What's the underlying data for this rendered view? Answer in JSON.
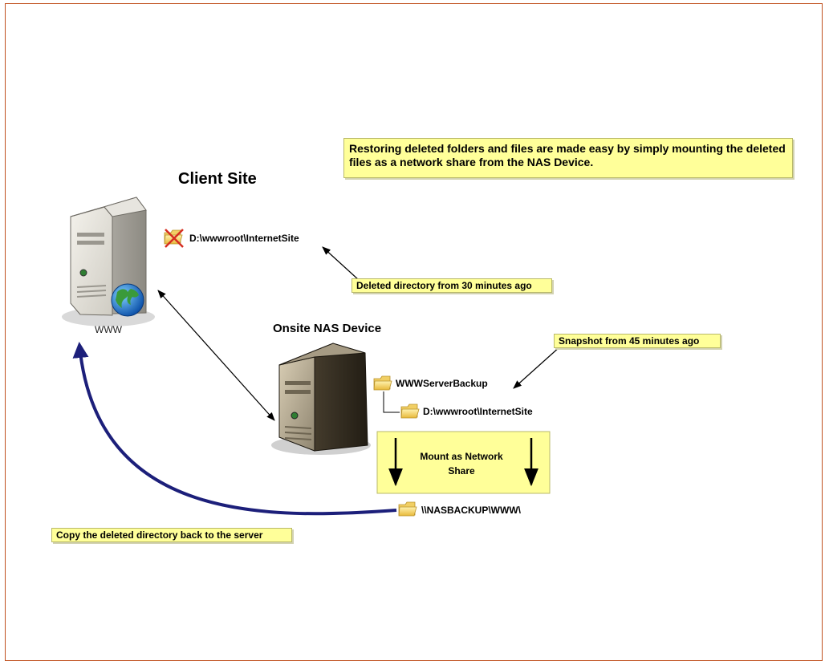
{
  "info_note": "Restoring deleted folders and files are made easy by simply mounting the deleted files as a network share from the NAS Device.",
  "client_site": {
    "title": "Client Site",
    "server_label": "WWW",
    "deleted_path": "D:\\wwwroot\\InternetSite",
    "deleted_note": "Deleted directory from 30 minutes ago"
  },
  "nas": {
    "title": "Onsite NAS Device",
    "snapshot_note": "Snapshot from 45 minutes ago",
    "backup_folder": "WWWServerBackup",
    "backup_subfolder": "D:\\wwwroot\\InternetSite",
    "mount_text": "Mount as Network Share",
    "share_path": "\\\\NASBACKUP\\WWW\\"
  },
  "copy_note": "Copy the deleted directory back to the server",
  "colors": {
    "frame": "#c0501e",
    "note_fill": "#ffff99",
    "copy_arrow": "#1c1f7a"
  },
  "icons": [
    "server-icon",
    "globe-icon",
    "nas-server-icon",
    "folder-icon",
    "deleted-folder-icon"
  ]
}
